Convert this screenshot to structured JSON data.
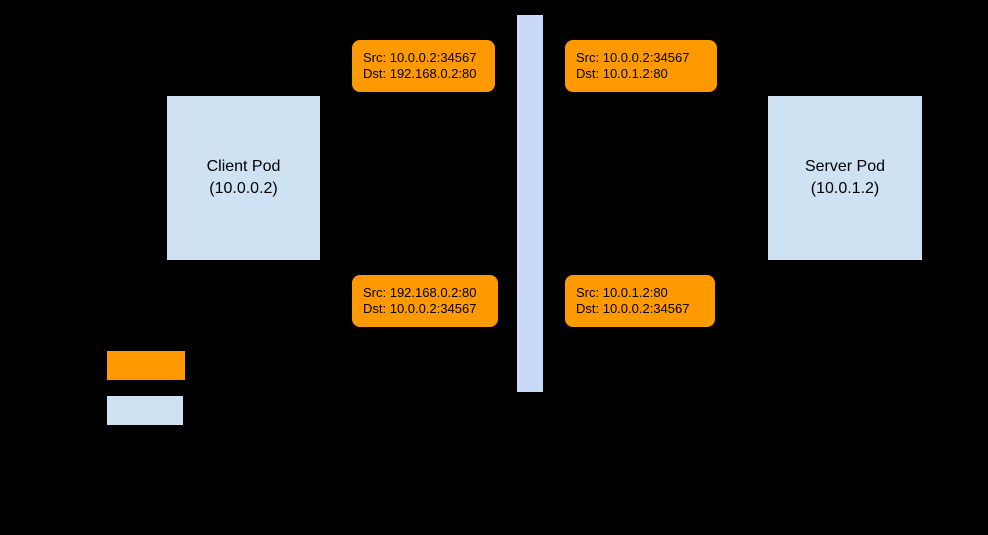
{
  "diagram": {
    "client_pod": {
      "name": "Client Pod",
      "ip": "(10.0.0.2)"
    },
    "server_pod": {
      "name": "Server Pod",
      "ip": "(10.0.1.2)"
    },
    "packets": {
      "top_left": {
        "src": "Src: 10.0.0.2:34567",
        "dst": "Dst: 192.168.0.2:80"
      },
      "top_right": {
        "src": "Src: 10.0.0.2:34567",
        "dst": "Dst: 10.0.1.2:80"
      },
      "bottom_left": {
        "src": "Src: 192.168.0.2:80",
        "dst": "Dst: 10.0.0.2:34567"
      },
      "bottom_right": {
        "src": "Src: 10.0.1.2:80",
        "dst": "Dst: 10.0.0.2:34567"
      }
    },
    "legend": {
      "swatches": [
        {
          "name": "packet-color",
          "color": "#ff9900"
        },
        {
          "name": "pod-color",
          "color": "#cfe2f3"
        }
      ]
    },
    "colors": {
      "packet_orange": "#ff9900",
      "pod_blue": "#cfe2f3",
      "bar_blue": "#c9daf8",
      "background": "#000000",
      "text": "#000000"
    }
  }
}
